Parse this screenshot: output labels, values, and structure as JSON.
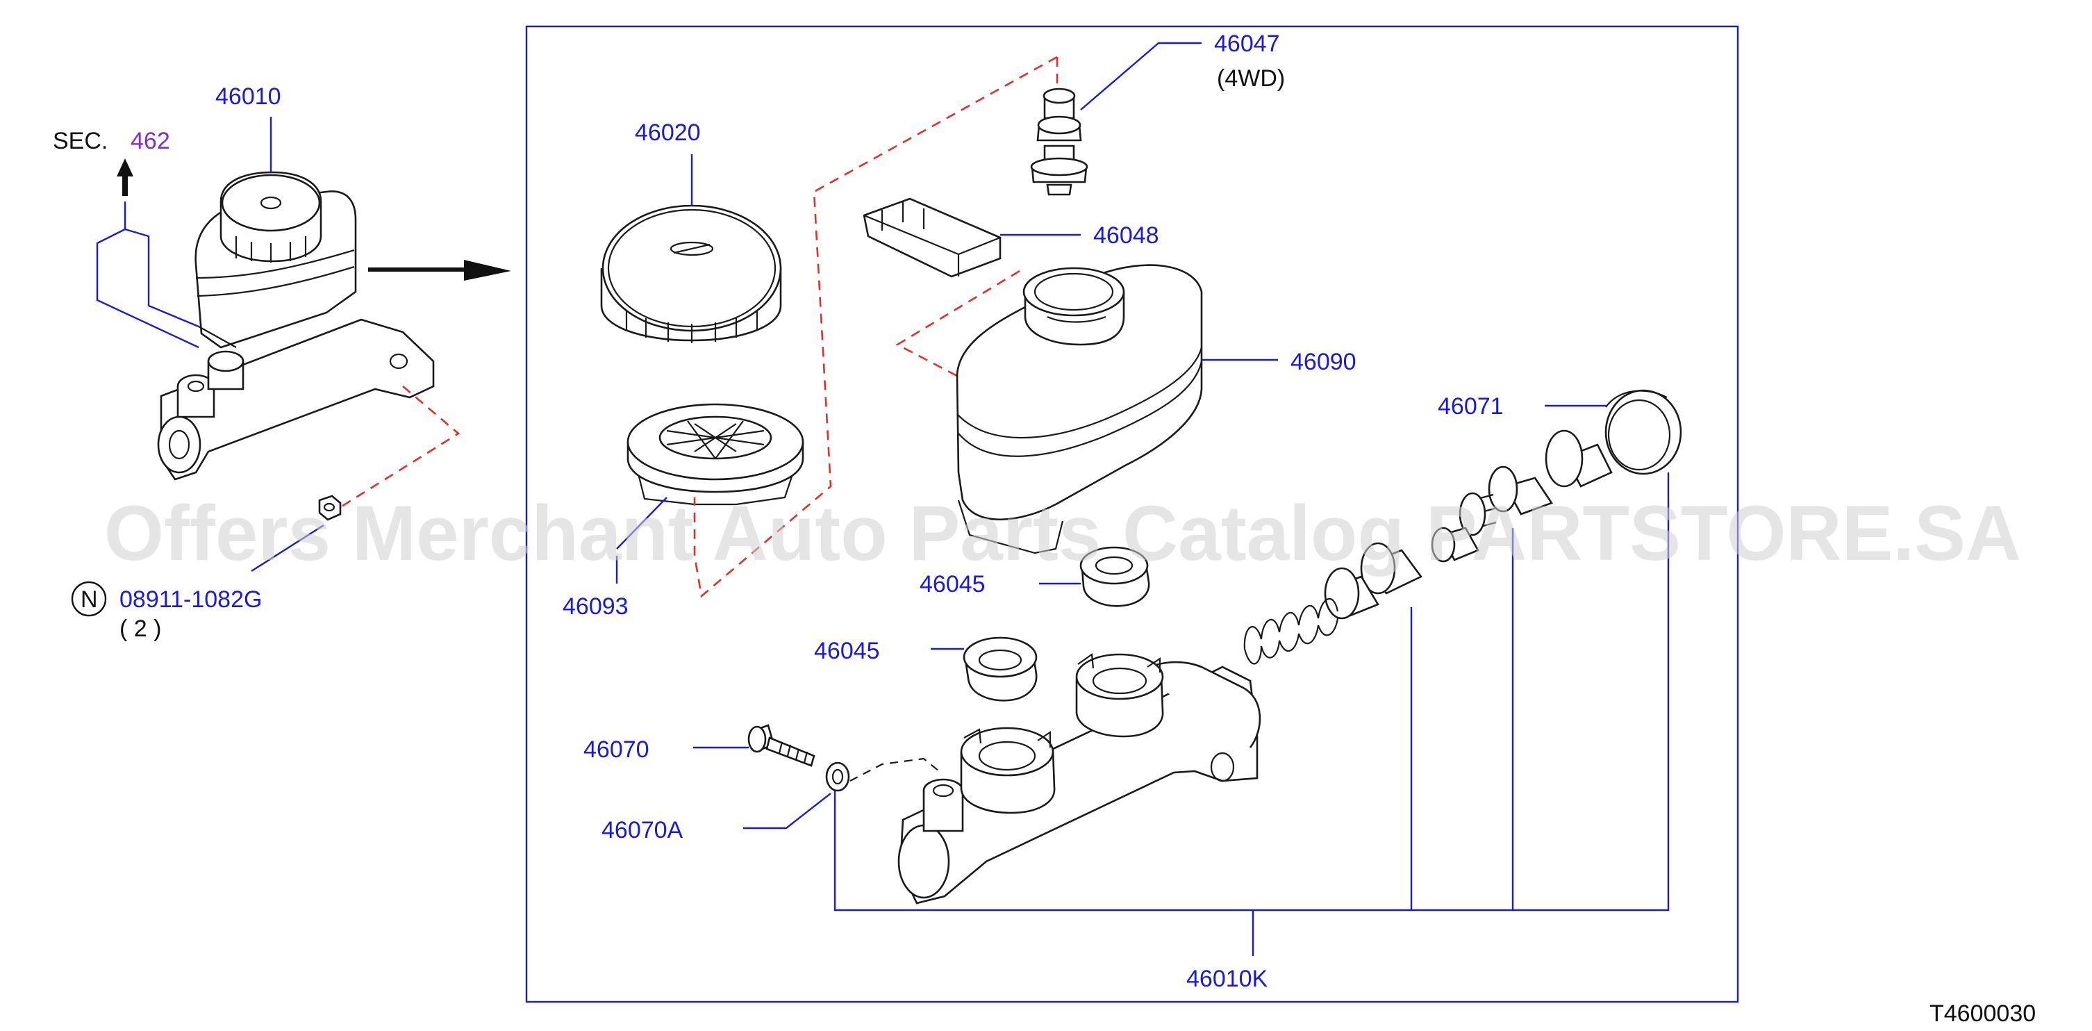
{
  "labels": {
    "p46010": "46010",
    "sec_prefix": "SEC.",
    "sec_num": "462",
    "n_symbol": "N",
    "p08911": "08911-1082G",
    "qty": "( 2 )",
    "p46020": "46020",
    "p46093": "46093",
    "p46047": "46047",
    "note_4wd": "(4WD)",
    "p46048": "46048",
    "p46090": "46090",
    "p46071": "46071",
    "p46045a": "46045",
    "p46045b": "46045",
    "p46070": "46070",
    "p46070A": "46070A",
    "p46010K": "46010K",
    "figure_code": "T4600030"
  },
  "watermark": "Offers Merchant Auto Parts Catalog PARTSTORE.SA",
  "colors": {
    "label_blue": "#1a1ad8",
    "section_purple": "#7a2fd8",
    "dashed_red": "#e0302a",
    "outline": "#1a1a1a",
    "frame": "#1a1ad8"
  }
}
